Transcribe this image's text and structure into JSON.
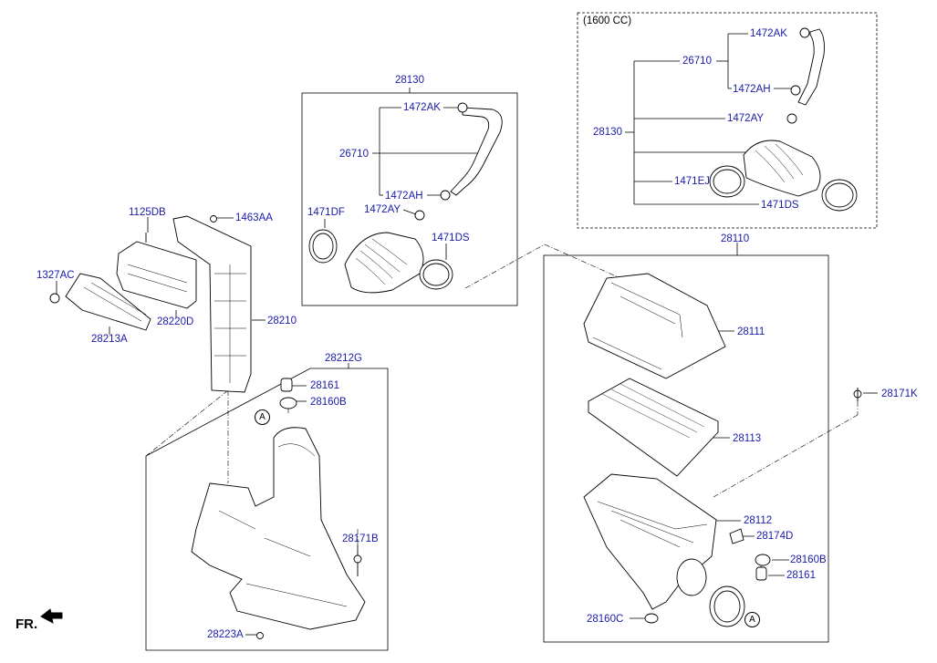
{
  "variant_label": "(1600 CC)",
  "front_label": "FR.",
  "ref_marker": "A",
  "labels": {
    "p28130_main": "28130",
    "p1472AK_main": "1472AK",
    "p26710_main": "26710",
    "p1472AH_main": "1472AH",
    "p1472AY_main": "1472AY",
    "p1471DF": "1471DF",
    "p1471DS_main": "1471DS",
    "p1472AK_alt": "1472AK",
    "p26710_alt": "26710",
    "p1472AH_alt": "1472AH",
    "p1472AY_alt": "1472AY",
    "p28130_alt": "28130",
    "p1471EJ": "1471EJ",
    "p1471DS_alt": "1471DS",
    "p1125DB": "1125DB",
    "p1463AA": "1463AA",
    "p1327AC": "1327AC",
    "p28220D": "28220D",
    "p28210": "28210",
    "p28213A": "28213A",
    "p28212G": "28212G",
    "p28161_left": "28161",
    "p28160B_left": "28160B",
    "p28171B": "28171B",
    "p28223A": "28223A",
    "p28110": "28110",
    "p28111": "28111",
    "p28171K": "28171K",
    "p28113": "28113",
    "p28112": "28112",
    "p28174D": "28174D",
    "p28160B_right": "28160B",
    "p28161_right": "28161",
    "p28160C": "28160C"
  }
}
